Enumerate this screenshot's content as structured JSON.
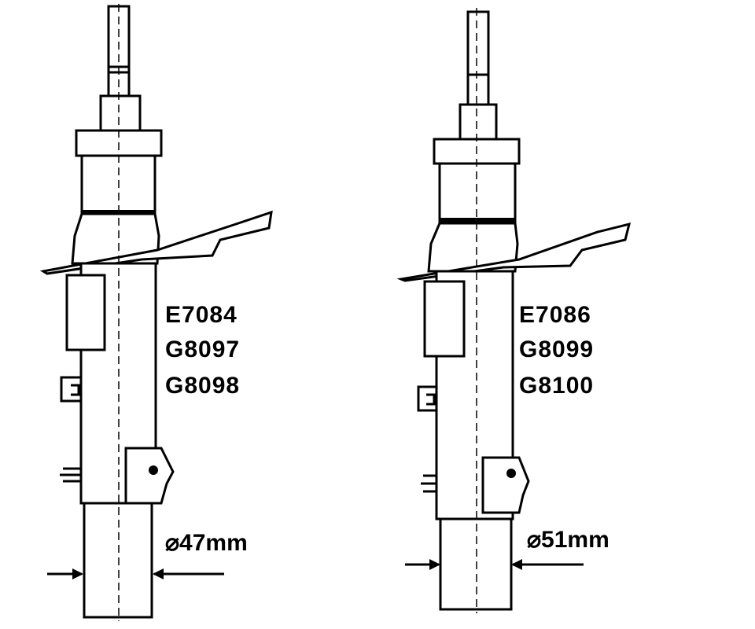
{
  "left_strut": {
    "part_numbers": [
      "E7084",
      "G8097",
      "G8098"
    ],
    "diameter_label": "⌀47mm"
  },
  "right_strut": {
    "part_numbers": [
      "E7086",
      "G8099",
      "G8100"
    ],
    "diameter_label": "⌀51mm"
  }
}
